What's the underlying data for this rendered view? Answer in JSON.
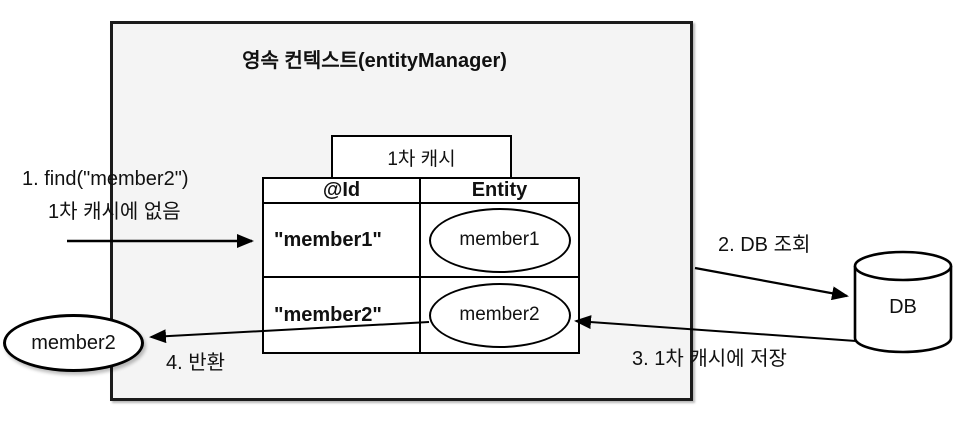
{
  "colors": {
    "container_fill": "#f4f4f4",
    "stroke": "#000000",
    "shape_fill": "#ffffff"
  },
  "container": {
    "title": "영속 컨텍스트(entityManager)"
  },
  "cache": {
    "label": "1차 캐시",
    "table": {
      "headers": [
        "@Id",
        "Entity"
      ],
      "rows": [
        {
          "id": "\"member1\"",
          "entity": "member1"
        },
        {
          "id": "\"member2\"",
          "entity": "member2"
        }
      ]
    }
  },
  "db": {
    "label": "DB"
  },
  "result": {
    "label": "member2"
  },
  "steps": {
    "step1_line1": "1. find(\"member2\")",
    "step1_line2": "1차 캐시에 없음",
    "step2": "2. DB 조회",
    "step3": "3. 1차 캐시에 저장",
    "step4": "4. 반환"
  }
}
